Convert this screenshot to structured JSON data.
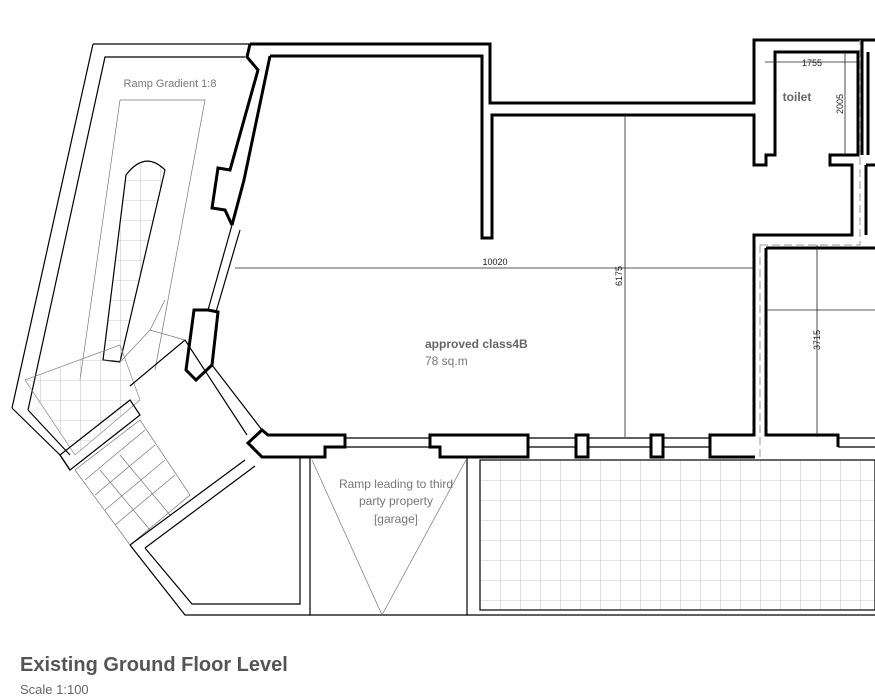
{
  "drawing": {
    "title": "Existing Ground Floor Level",
    "scale": "Scale 1:100",
    "rooms": {
      "main_room_name": "approved class4B",
      "main_room_area": "78 sq.m",
      "toilet": "toilet",
      "ramp_gradient": "Ramp Gradient 1:8",
      "ramp_line1": "Ramp leading to third",
      "ramp_line2": "party property",
      "ramp_line3": "[garage]"
    },
    "dimensions": {
      "main_width": "10020",
      "main_depth": "6175",
      "right_room_depth": "3715",
      "toilet_width": "1755",
      "toilet_depth": "2005"
    }
  }
}
